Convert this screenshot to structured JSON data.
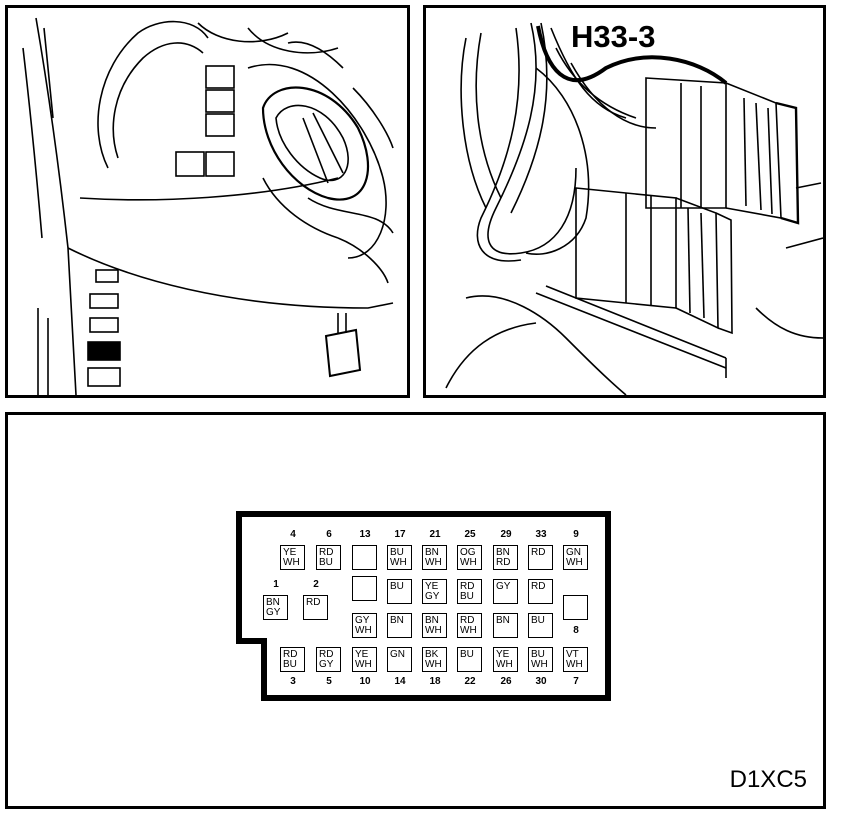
{
  "connector_label": "H33-3",
  "drawing_code": "D1XC5",
  "pins": [
    {
      "num": "4",
      "wire": [
        "YE",
        "WH"
      ],
      "num_pos": "top"
    },
    {
      "num": "6",
      "wire": [
        "RD",
        "BU"
      ],
      "num_pos": "top"
    },
    {
      "num": "13",
      "wire": [],
      "num_pos": "top"
    },
    {
      "num": "17",
      "wire": [
        "BU",
        "WH"
      ],
      "num_pos": "top"
    },
    {
      "num": "21",
      "wire": [
        "BN",
        "WH"
      ],
      "num_pos": "top"
    },
    {
      "num": "25",
      "wire": [
        "OG",
        "WH"
      ],
      "num_pos": "top"
    },
    {
      "num": "29",
      "wire": [
        "BN",
        "RD"
      ],
      "num_pos": "top"
    },
    {
      "num": "33",
      "wire": [
        "RD"
      ],
      "num_pos": "top"
    },
    {
      "num": "9",
      "wire": [
        "GN",
        "WH"
      ],
      "num_pos": "top"
    },
    {
      "num": "1",
      "wire": [
        "BN",
        "GY"
      ],
      "num_pos": "top"
    },
    {
      "num": "2",
      "wire": [
        "RD"
      ],
      "num_pos": "top"
    },
    {
      "num": "",
      "wire": [],
      "num_pos": "none"
    },
    {
      "num": "",
      "wire": [
        "BU"
      ],
      "num_pos": "none"
    },
    {
      "num": "",
      "wire": [
        "YE",
        "GY"
      ],
      "num_pos": "none"
    },
    {
      "num": "",
      "wire": [
        "RD",
        "BU"
      ],
      "num_pos": "none"
    },
    {
      "num": "",
      "wire": [
        "GY"
      ],
      "num_pos": "none"
    },
    {
      "num": "",
      "wire": [
        "RD"
      ],
      "num_pos": "none"
    },
    {
      "num": "8",
      "wire": [],
      "num_pos": "bottom"
    },
    {
      "num": "",
      "wire": [
        "GY",
        "WH"
      ],
      "num_pos": "none"
    },
    {
      "num": "",
      "wire": [
        "BN"
      ],
      "num_pos": "none"
    },
    {
      "num": "",
      "wire": [
        "BN",
        "WH"
      ],
      "num_pos": "none"
    },
    {
      "num": "",
      "wire": [
        "RD",
        "WH"
      ],
      "num_pos": "none"
    },
    {
      "num": "",
      "wire": [
        "BN"
      ],
      "num_pos": "none"
    },
    {
      "num": "",
      "wire": [
        "BU"
      ],
      "num_pos": "none"
    },
    {
      "num": "3",
      "wire": [
        "RD",
        "BU"
      ],
      "num_pos": "bottom"
    },
    {
      "num": "5",
      "wire": [
        "RD",
        "GY"
      ],
      "num_pos": "bottom"
    },
    {
      "num": "10",
      "wire": [
        "YE",
        "WH"
      ],
      "num_pos": "bottom"
    },
    {
      "num": "14",
      "wire": [
        "GN"
      ],
      "num_pos": "bottom"
    },
    {
      "num": "18",
      "wire": [
        "BK",
        "WH"
      ],
      "num_pos": "bottom"
    },
    {
      "num": "22",
      "wire": [
        "BU"
      ],
      "num_pos": "bottom"
    },
    {
      "num": "26",
      "wire": [
        "YE",
        "WH"
      ],
      "num_pos": "bottom"
    },
    {
      "num": "30",
      "wire": [
        "BU",
        "WH"
      ],
      "num_pos": "bottom"
    },
    {
      "num": "7",
      "wire": [
        "VT",
        "WH"
      ],
      "num_pos": "bottom"
    }
  ]
}
